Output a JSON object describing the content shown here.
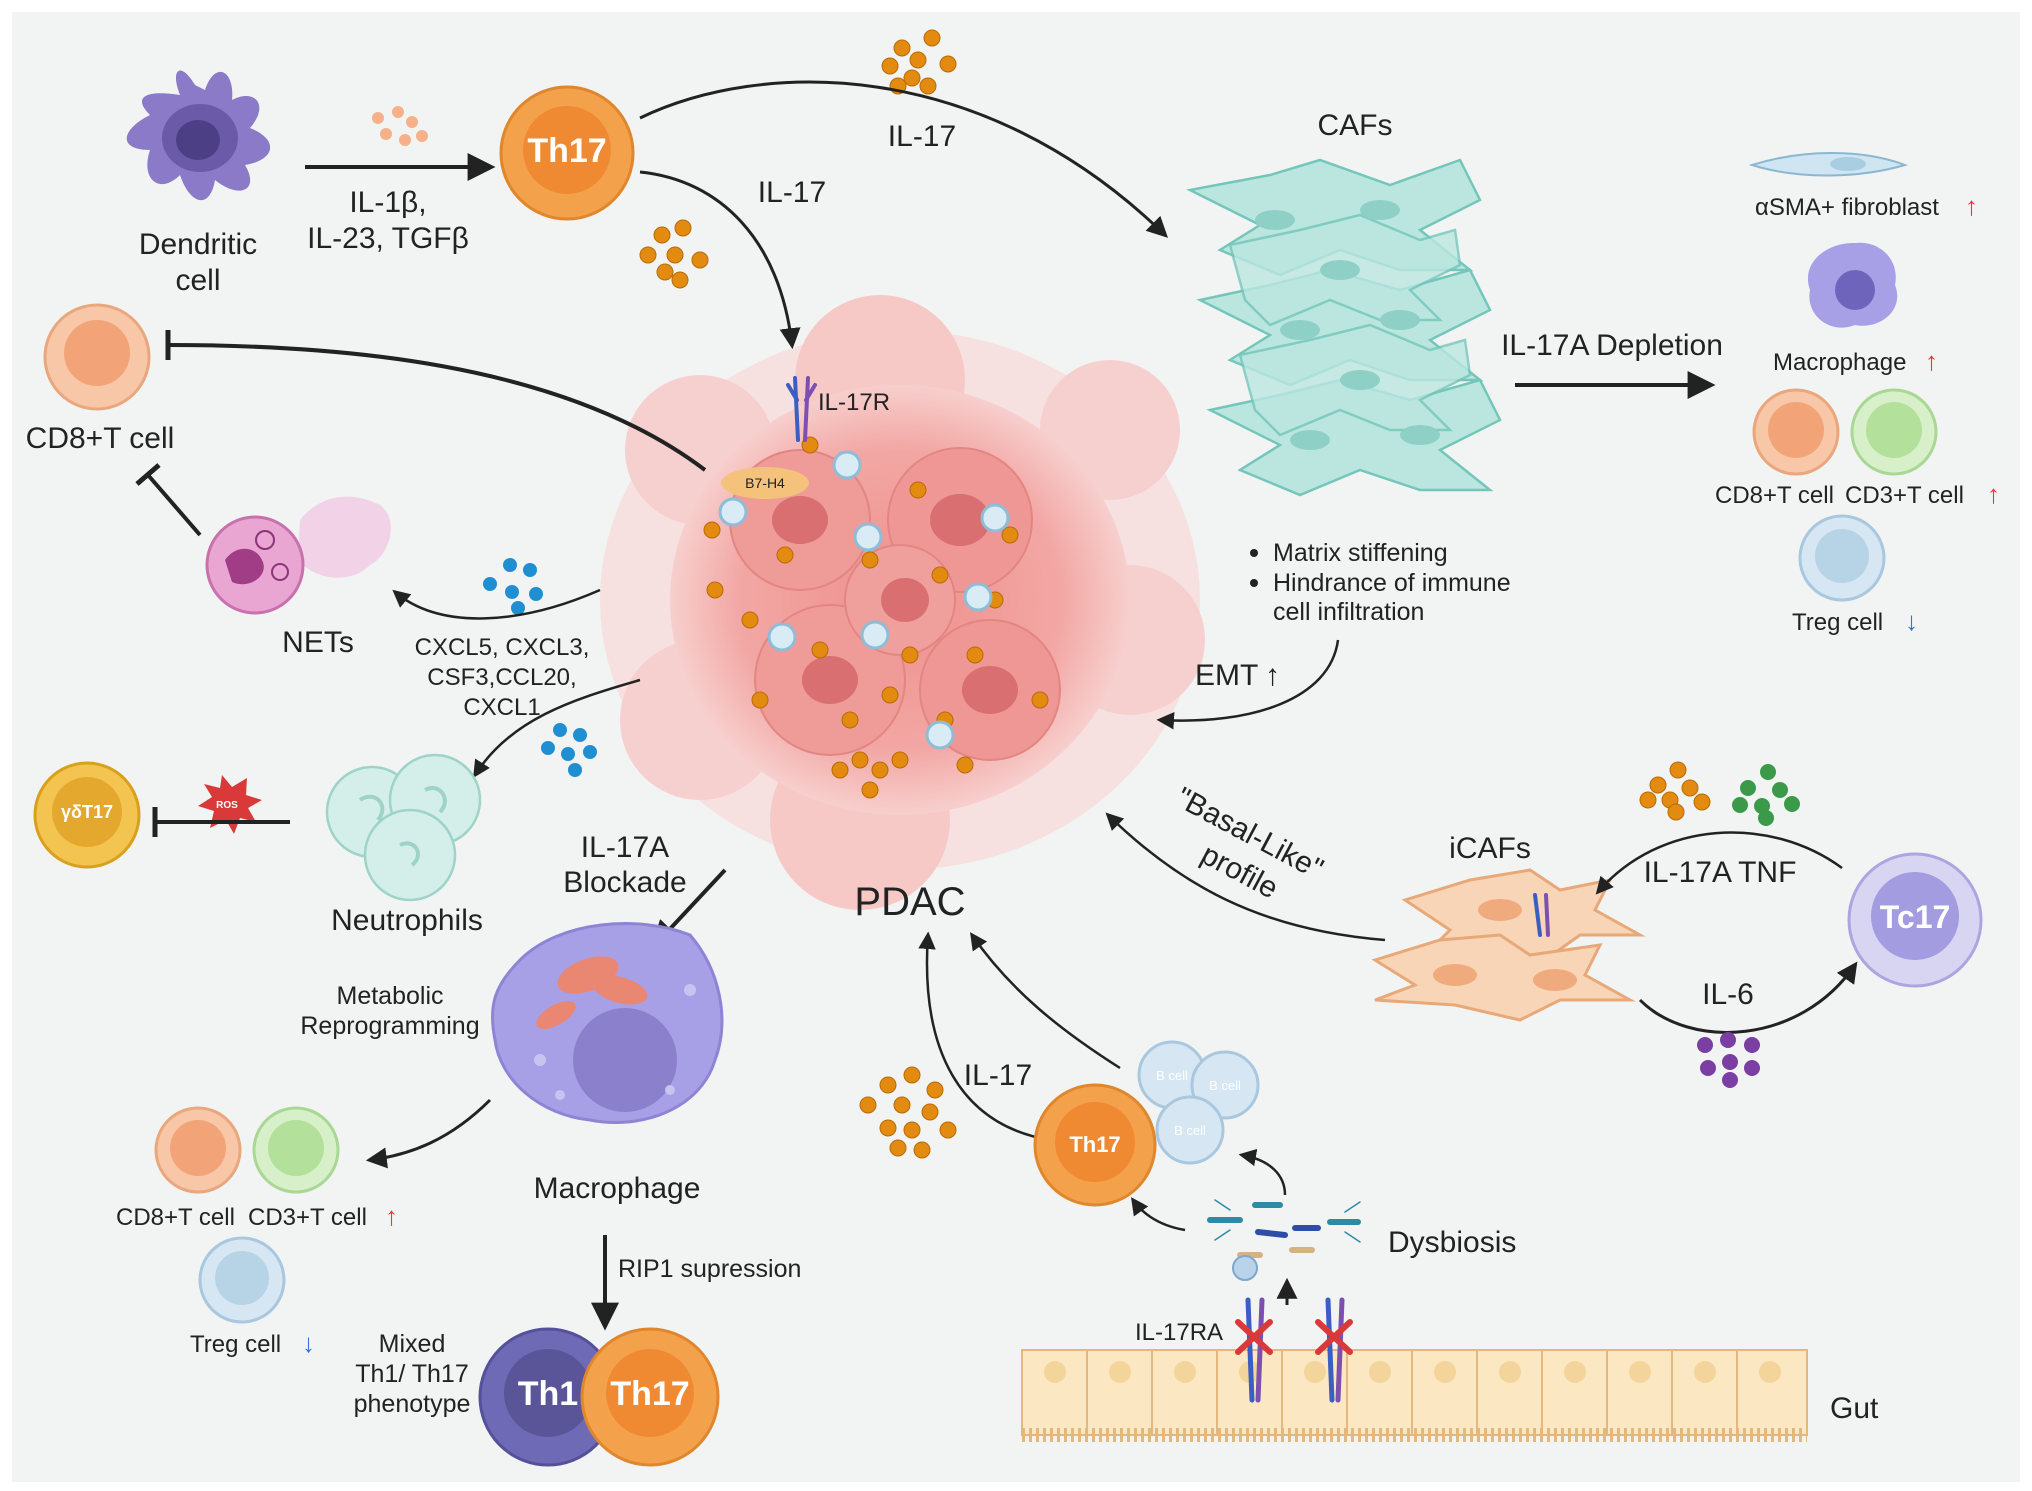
{
  "labels": {
    "dendritic_cell_l1": "Dendritic",
    "dendritic_cell_l2": "cell",
    "il1b_l1": "IL-1β,",
    "il1b_l2": "IL-23, TGFβ",
    "th17_top": "Th17",
    "il17_top_right": "IL-17",
    "il17_top_center": "IL-17",
    "cafs": "CAFs",
    "asma": "αSMA+ fibroblast",
    "macrophage_right": "Macrophage",
    "il17a_depletion": "IL-17A Depletion",
    "cd8_right": "CD8+T cell",
    "cd3_right": "CD3+T cell",
    "treg_right": "Treg cell",
    "cd8_left": "CD8+T cell",
    "il17r": "IL-17R",
    "b7h4": "B7-H4",
    "nets": "NETs",
    "cxcl_l1": "CXCL5, CXCL3,",
    "cxcl_l2": "CSF3,CCL20,",
    "cxcl_l3": "CXCL1",
    "matrix_stiffening": "Matrix stiffening",
    "hindrance_l1": "Hindrance of immune",
    "hindrance_l2": "cell infiltration",
    "emt": "EMT",
    "gdt17": "γδT17",
    "ros": "ROS",
    "neutrophils": "Neutrophils",
    "il17a_blockade_l1": "IL-17A",
    "il17a_blockade_l2": "Blockade",
    "pdac": "PDAC",
    "basal_l1": "\"Basal-Like\"",
    "basal_l2": "profile",
    "icafs": "iCAFs",
    "il17a_tnf": "IL-17A  TNF",
    "tc17": "Tc17",
    "il6": "IL-6",
    "metabolic_l1": "Metabolic",
    "metabolic_l2": "Reprogramming",
    "macrophage_bottom": "Macrophage",
    "cd8_bottom": "CD8+T cell",
    "cd3_bottom": "CD3+T cell",
    "treg_bottom": "Treg cell",
    "rip1": "RIP1 supression",
    "mixed_l1": "Mixed",
    "mixed_l2": "Th1/ Th17",
    "mixed_l3": "phenotype",
    "th1": "Th1",
    "th17_bottom_pair": "Th17",
    "il17_bottom": "IL-17",
    "th17_bottom": "Th17",
    "b_cell": "B cell",
    "dysbiosis": "Dysbiosis",
    "il17ra": "IL-17RA",
    "gut": "Gut",
    "up_arrow": "↑",
    "down_arrow": "↓"
  },
  "colors": {
    "up_indicator": "#e53935",
    "down_indicator": "#3b6fd6",
    "th17_orange": "#f4a14c",
    "il17_cytokine": "#e38b10",
    "chemokine_blue": "#1f8fd1",
    "caf_teal": "#9fd9d2",
    "icaf_peach": "#f5c7a0",
    "tumor_pink": "#f2a5a3",
    "macrophage_purple": "#a8a0e6",
    "il6_purple": "#7b3ea2",
    "tnf_green": "#3a9a4a"
  }
}
